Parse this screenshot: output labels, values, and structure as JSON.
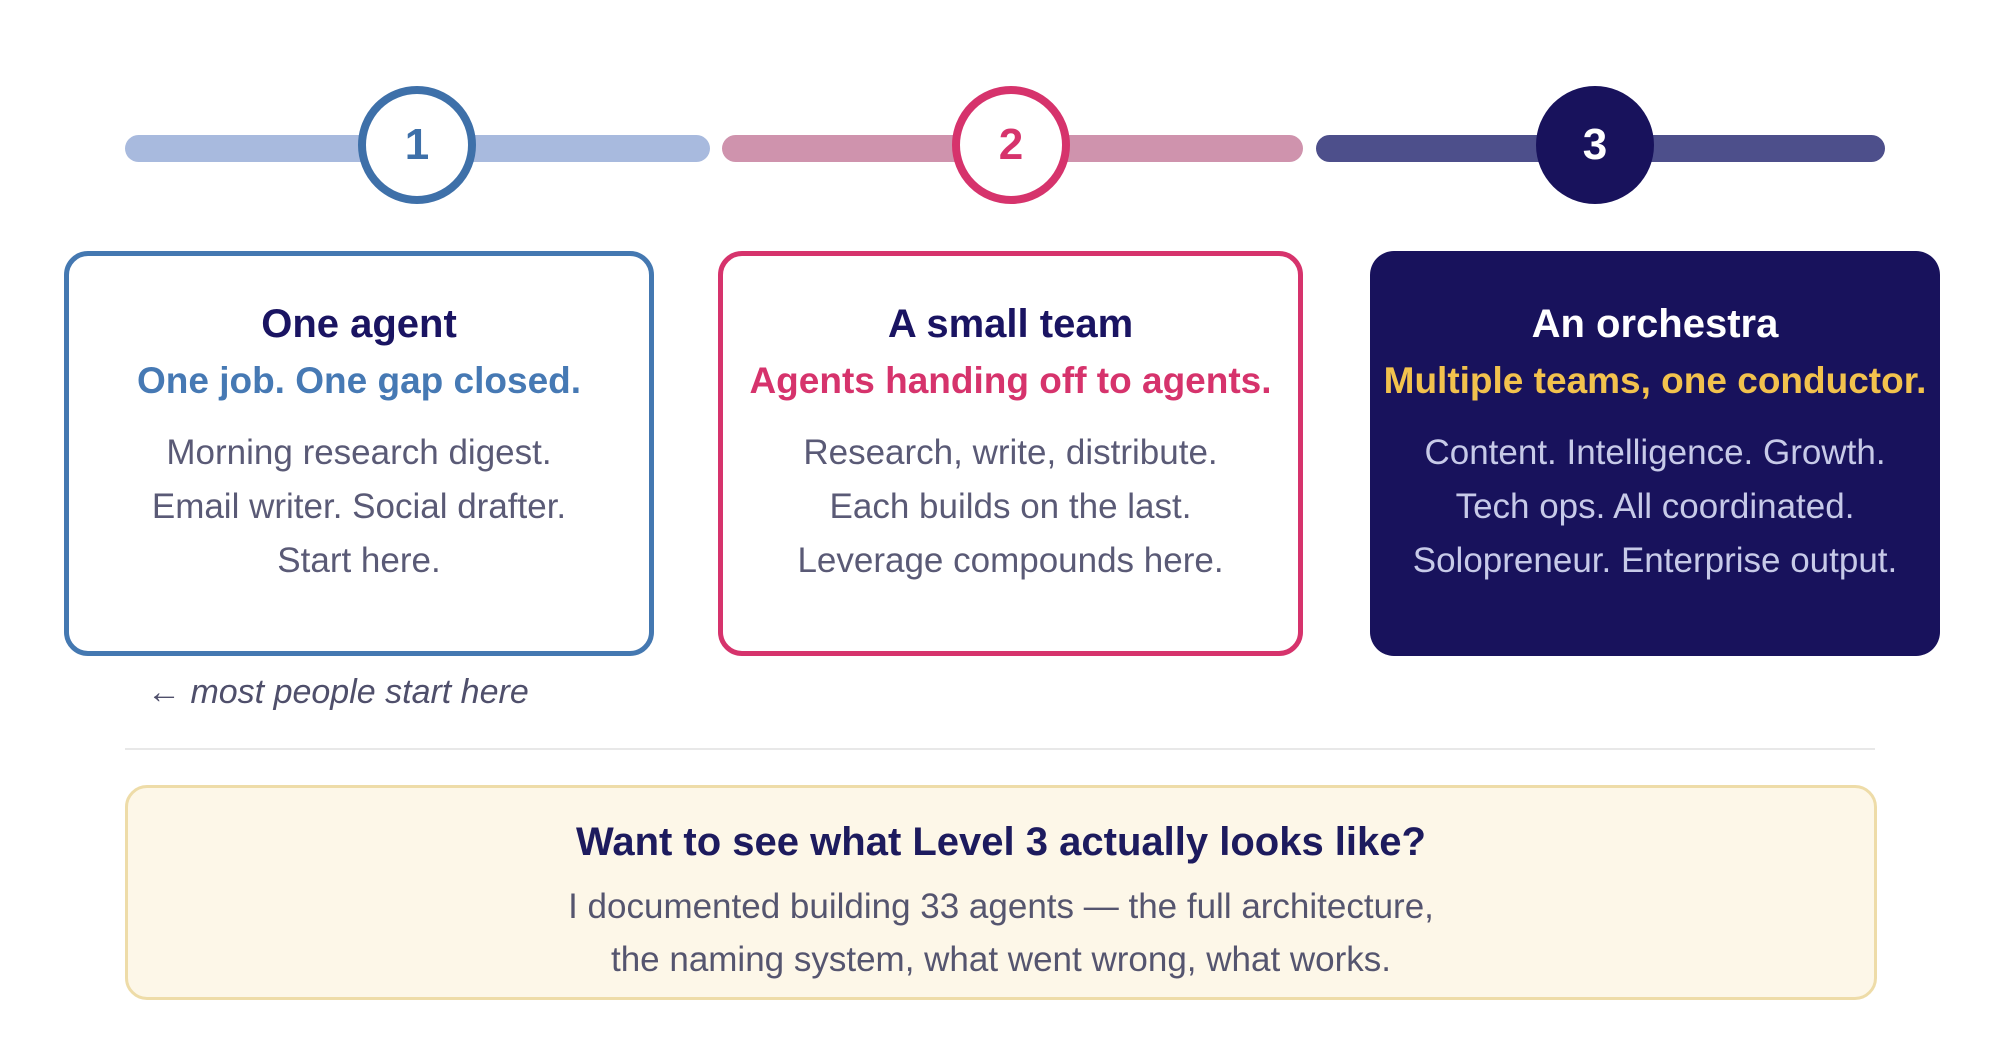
{
  "palette": {
    "accent_blue": "#4478b1",
    "accent_pink": "#d6336c",
    "accent_navy": "#18125c",
    "accent_gold": "#f2c24d",
    "track_blue": "#a8bade",
    "track_pink": "#cf93ad",
    "track_slate": "#4d4f8b",
    "title_navy": "#1a1462",
    "body_gray": "#5a5a76",
    "body_lavender": "#c7cae8",
    "callout_bg": "#fdf7e8",
    "callout_border": "#eedca8"
  },
  "timeline": {
    "steps": [
      {
        "number": "1"
      },
      {
        "number": "2"
      },
      {
        "number": "3"
      }
    ]
  },
  "cards": [
    {
      "title": "One agent",
      "subtitle": "One job. One gap closed.",
      "body": [
        "Morning research digest.",
        "Email writer. Social drafter.",
        "Start here."
      ]
    },
    {
      "title": "A small team",
      "subtitle": "Agents handing off to agents.",
      "body": [
        "Research, write, distribute.",
        "Each builds on the last.",
        "Leverage compounds here."
      ]
    },
    {
      "title": "An orchestra",
      "subtitle": "Multiple teams, one conductor.",
      "body": [
        "Content. Intelligence. Growth.",
        "Tech ops. All coordinated.",
        "Solopreneur. Enterprise output."
      ]
    }
  ],
  "note": {
    "text": "← most people start here"
  },
  "callout": {
    "title": "Want to see what Level 3 actually looks like?",
    "body": [
      "I documented building 33 agents — the full architecture,",
      "the naming system, what went wrong, what works."
    ]
  }
}
